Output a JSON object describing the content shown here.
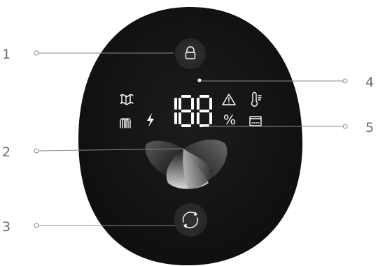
{
  "callouts": [
    {
      "num": "1",
      "target": "lock-button"
    },
    {
      "num": "2",
      "target": "humidifier-mist-logo"
    },
    {
      "num": "3",
      "target": "cycle-button"
    },
    {
      "num": "4",
      "target": "indicator-dot"
    },
    {
      "num": "5",
      "target": "led-display"
    }
  ],
  "display": {
    "digits": "188",
    "percent_symbol": "%"
  },
  "icons": {
    "lock": "lock-icon",
    "filter": "filter-icon",
    "fan_speed": "fan-speed-icon",
    "power": "lightning-icon",
    "warning": "warning-icon",
    "temperature": "thermometer-icon",
    "water_tank": "water-tank-icon",
    "cycle": "cycle-icon"
  },
  "colors": {
    "panel": "#141414",
    "button": "#2b2b2b",
    "segment": "#ffffff",
    "callout": "#6b6b6b"
  }
}
